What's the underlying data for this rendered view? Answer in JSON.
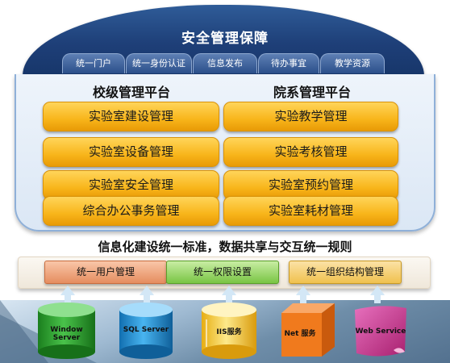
{
  "header": {
    "title": "安全管理保障",
    "tabs": [
      "统一门户",
      "统一身份认证",
      "信息发布",
      "待办事宜",
      "教学资源"
    ]
  },
  "school_platform": {
    "title": "校级管理平台",
    "items": [
      "实验室建设管理",
      "实验室设备管理",
      "实验室安全管理",
      "综合办公事务管理"
    ]
  },
  "department_platform": {
    "title": "院系管理平台",
    "items": [
      "实验教学管理",
      "实验考核管理",
      "实验室预约管理",
      "实验室耗材管理"
    ]
  },
  "standards": {
    "title": "信息化建设统一标准，数据共享与交互统一规则",
    "items": [
      "统一用户管理",
      "统一权限设置",
      "统一组织结构管理"
    ]
  },
  "infrastructure": {
    "items": [
      "Window Server",
      "SQL  Server",
      "IIS服务",
      "Net 服务",
      "Web Service"
    ]
  },
  "colors": {
    "dome": "#1e3f78",
    "orange_button": "#f8b51a",
    "user_mgmt": "#e58d5f",
    "permission": "#79c544",
    "org_mgmt": "#f0c14e",
    "cylinder_green": "#27a22a",
    "cylinder_blue": "#1f8fd6",
    "cylinder_yellow": "#f3c12b",
    "box_orange": "#f07a1d",
    "page_magenta": "#c7308f"
  }
}
